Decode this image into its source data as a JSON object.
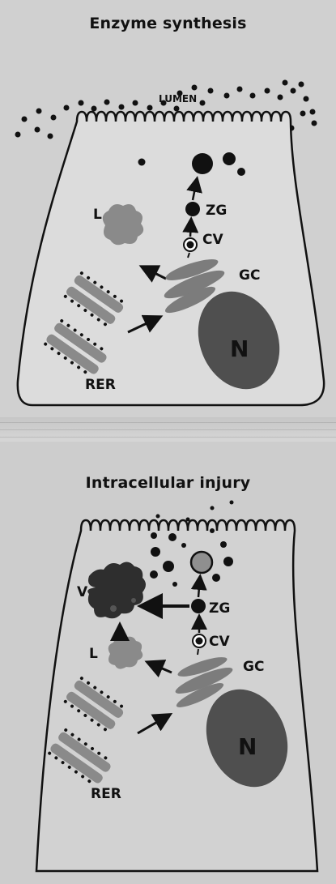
{
  "panels": [
    {
      "title": "Enzyme synthesis",
      "labels": {
        "lumen": "LUMEN",
        "zg": "ZG",
        "cv": "CV",
        "l": "L",
        "gc": "GC",
        "n": "N",
        "rer": "RER"
      }
    },
    {
      "title": "Intracellular injury",
      "labels": {
        "v": "V",
        "zg": "ZG",
        "cv": "CV",
        "l": "L",
        "gc": "GC",
        "n": "N",
        "rer": "RER"
      }
    }
  ],
  "colors": {
    "background": "#d0d0d0",
    "outline": "#111111",
    "organelle_gray": "#888888",
    "nucleus": "#555555",
    "vacuole": "#333333"
  }
}
